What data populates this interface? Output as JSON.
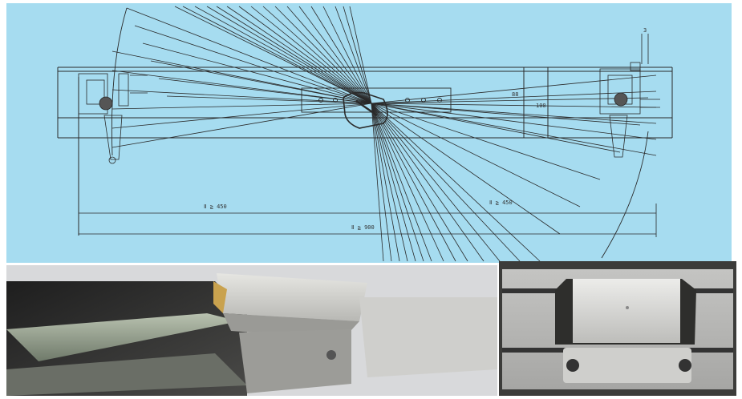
{
  "drawing": {
    "dimension_labels": {
      "left_span": "Ⅱ ≧ 450",
      "right_span": "Ⅱ ≧ 450",
      "total_span": "Ⅱ ≧ 900",
      "height_small": "88",
      "height_large": "100",
      "top_right": "3"
    },
    "colors": {
      "background": "#a6dcf0",
      "linework": "#2a2a2a"
    }
  },
  "photos": {
    "left": {
      "subject": "aluminum-profile-corner-close-up"
    },
    "right": {
      "subject": "sliding-carriage-block-on-rail"
    }
  }
}
